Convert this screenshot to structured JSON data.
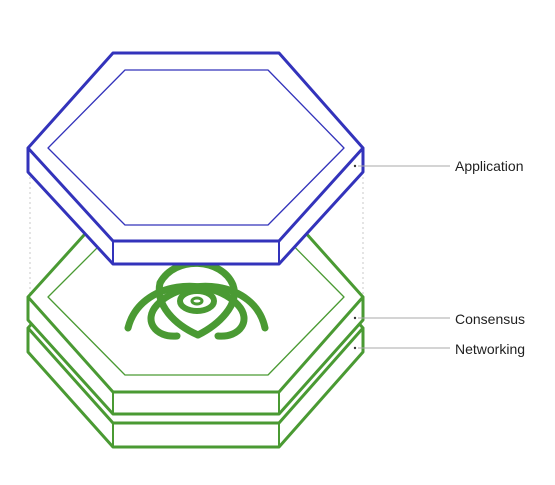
{
  "layers": [
    {
      "id": "application",
      "label": "Application",
      "color": "#3333bb"
    },
    {
      "id": "consensus",
      "label": "Consensus",
      "color": "#4a9a33"
    },
    {
      "id": "networking",
      "label": "Networking",
      "color": "#4a9a33"
    }
  ],
  "colors": {
    "leader_line": "#aaaaaa",
    "guide_line": "#cccccc",
    "background": "#ffffff"
  },
  "icons": {
    "consensus_logo": "triquetra-icon"
  }
}
